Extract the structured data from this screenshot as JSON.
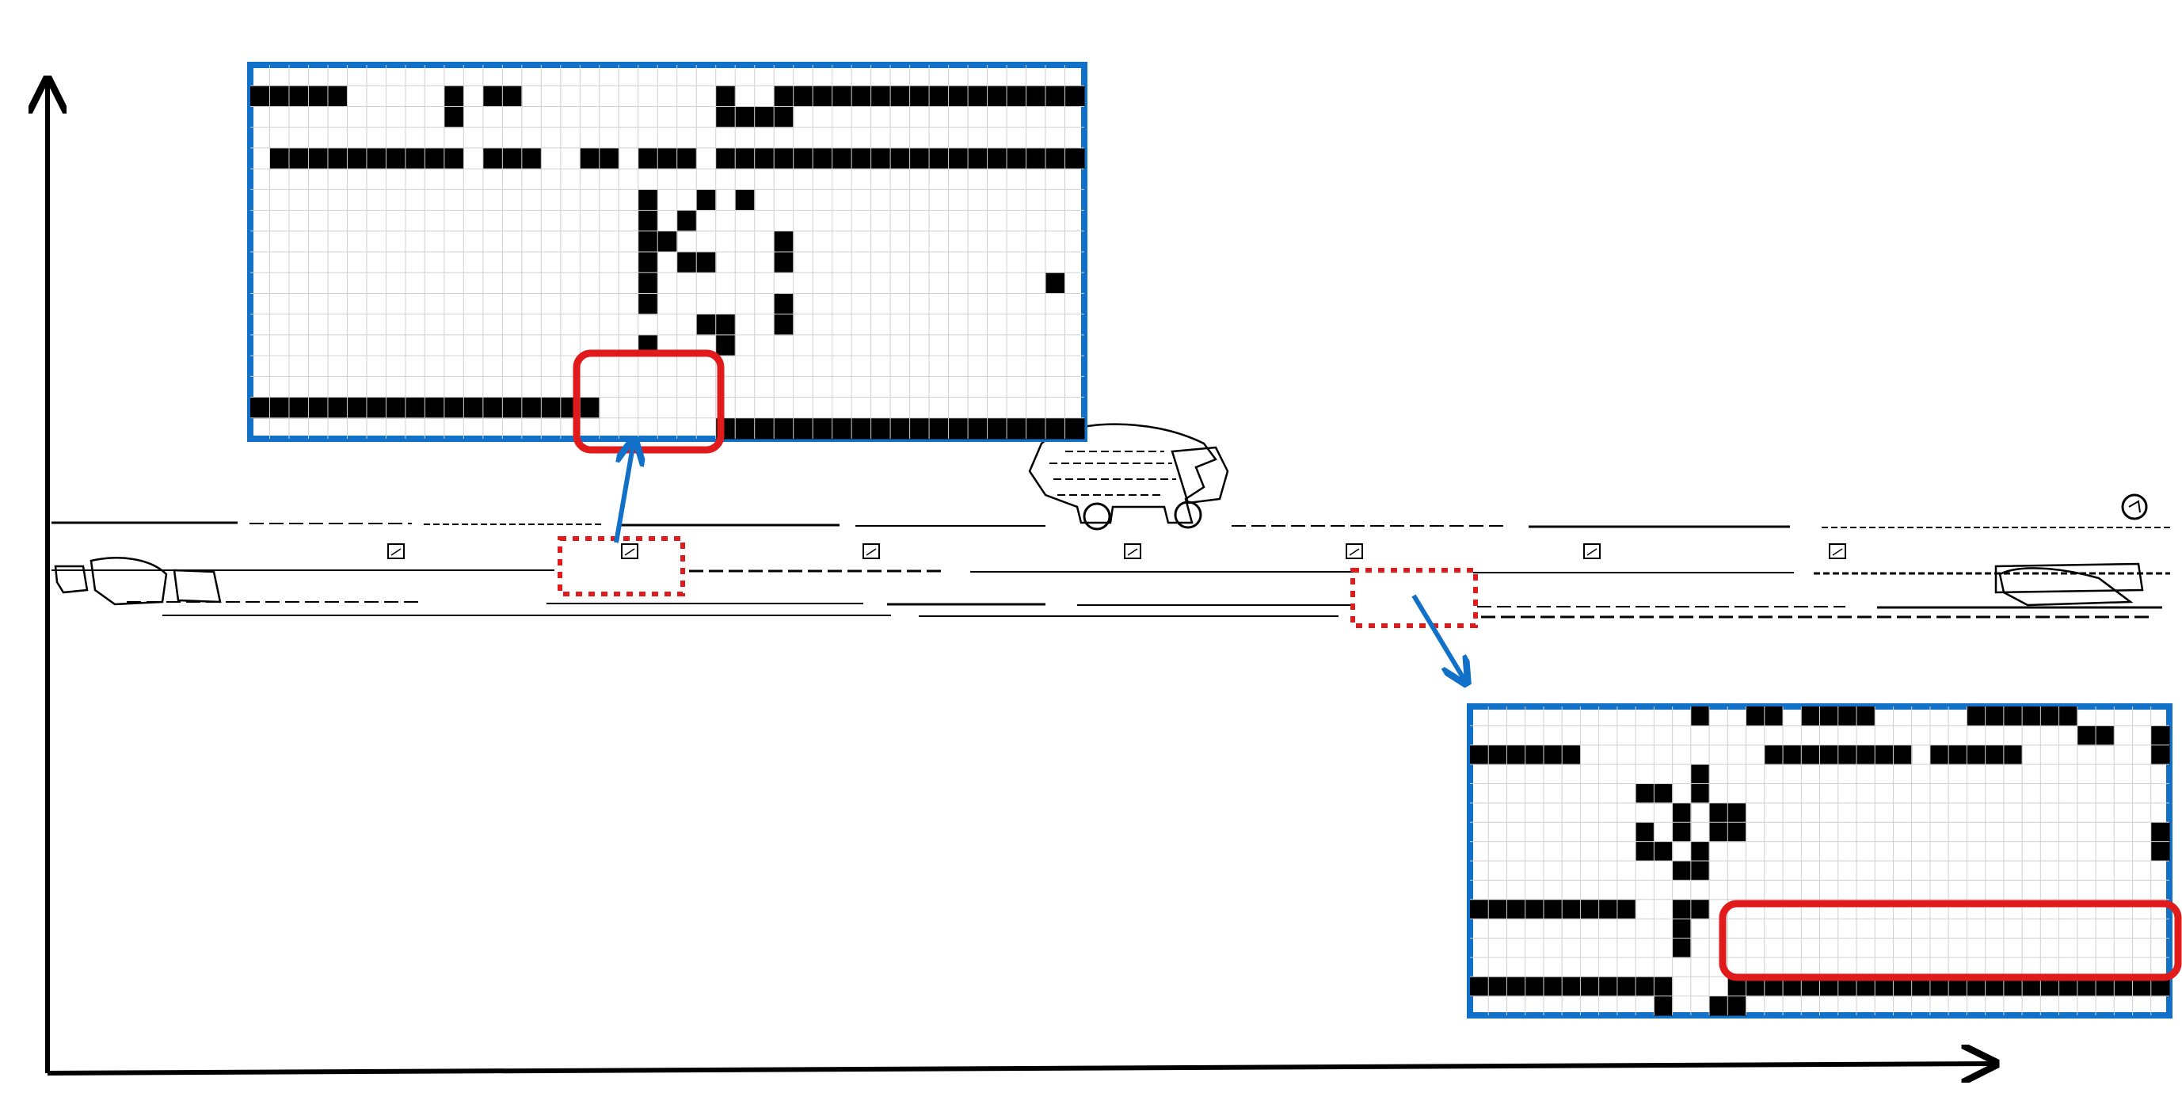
{
  "colors": {
    "axis": "#000000",
    "inset_border": "#1170c8",
    "dashed_highlight": "#e11b1b",
    "solid_highlight": "#e11b1b",
    "arrow": "#1170c8",
    "grid": "#cfcfcf",
    "pixel_fill": "#000000"
  },
  "figure": {
    "axes": "x-y axes",
    "scan_strip": "road scene edge strip",
    "truck": "truck silhouette",
    "insets": [
      {
        "name": "top-left-zoom",
        "grid_cols": 43,
        "grid_rows": 18,
        "highlight": "gap-highlight"
      },
      {
        "name": "bottom-right-zoom",
        "grid_cols": 38,
        "grid_rows": 16,
        "highlight": "gap-highlight"
      }
    ]
  }
}
